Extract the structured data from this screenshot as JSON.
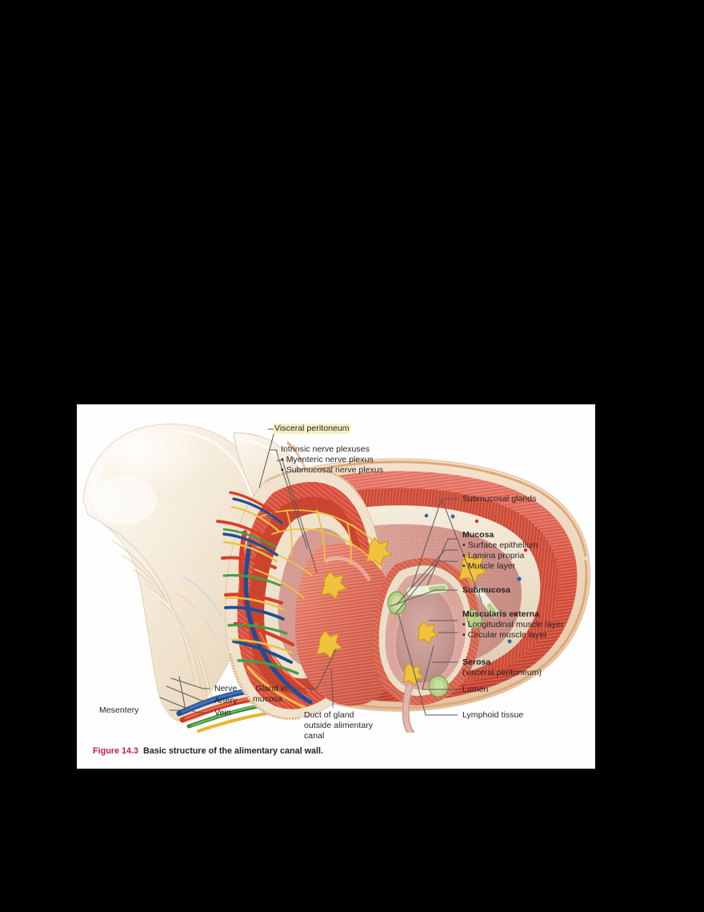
{
  "figure": {
    "number": "Figure 14.3",
    "caption": "Basic structure of the alimentary canal wall.",
    "accent_color": "#c2185b",
    "text_color": "#231f20",
    "panel_background": "#fefefe",
    "page_background": "#000000",
    "highlight_color": "#f6f0c4"
  },
  "labels": {
    "visceral_peritoneum": "Visceral peritoneum",
    "intrinsic_nerve_plexuses": "Intrinsic nerve plexuses",
    "myenteric_nerve_plexus": "• Myenteric nerve plexus",
    "submucosal_nerve_plexus": "• Submucosal nerve plexus",
    "submucosal_glands": "Submucosal glands",
    "mucosa": "Mucosa",
    "surface_epithelium": "• Surface epithelium",
    "lamina_propria": "• Lamina propria",
    "muscle_layer": "• Muscle layer",
    "submucosa": "Submucosa",
    "muscularis_externa": "Muscularis externa",
    "longitudinal_muscle_layer": "• Longitudinal muscle layer",
    "circular_muscle_layer": "• Circular muscle layer",
    "serosa": "Serosa",
    "serosa_sub": "(visceral peritoneum)",
    "lumen": "Lumen",
    "lymphoid_tissue": "Lymphoid tissue",
    "mesentery": "Mesentery",
    "nerve": "Nerve",
    "artery": "Artery",
    "vein": "Vein",
    "gland_in_mucosa_1": "Gland in",
    "gland_in_mucosa_2": "mucosa",
    "duct_of_gland_1": "Duct of gland",
    "duct_of_gland_2": "outside alimentary",
    "duct_of_gland_3": "canal"
  },
  "illustration": {
    "title": "cut-away view of the alimentary canal wall",
    "colors": {
      "mesentery": "#f2e6d2",
      "mesentery_shadow": "#e0cfb4",
      "serosa_edge": "#e8c9a8",
      "muscle_red": "#d9503c",
      "muscle_red_light": "#e5705c",
      "muscle_pale": "#efa791",
      "submucosa_tan": "#e9dcc8",
      "mucosa_pink": "#d9a39a",
      "lumen_mauve": "#c49a97",
      "nerve_yellow": "#f0c33c",
      "artery_red": "#e0402e",
      "vein_blue": "#2a5fae",
      "lymph_green": "#5fa85c",
      "lymphoid_green": "#a8c87a",
      "gland_cream": "#f0e0c0",
      "leader_gray": "#58585a"
    },
    "features": [
      "mesentery sheet (folded cream membrane, left)",
      "serosa / visceral peritoneum outer layer",
      "longitudinal muscle layer",
      "circular muscle layer",
      "submucosa with vessels and nerve plexus",
      "mucosa with folds and glands",
      "lumen of alimentary canal",
      "myenteric nerve plexus (yellow star clusters)",
      "submucosal nerve plexus",
      "lymphoid nodules (green follicles)",
      "submucosal glands",
      "duct of gland leaving alimentary canal",
      "mesenteric neurovascular bundle: nerve, artery, vein, lymphatic"
    ]
  }
}
